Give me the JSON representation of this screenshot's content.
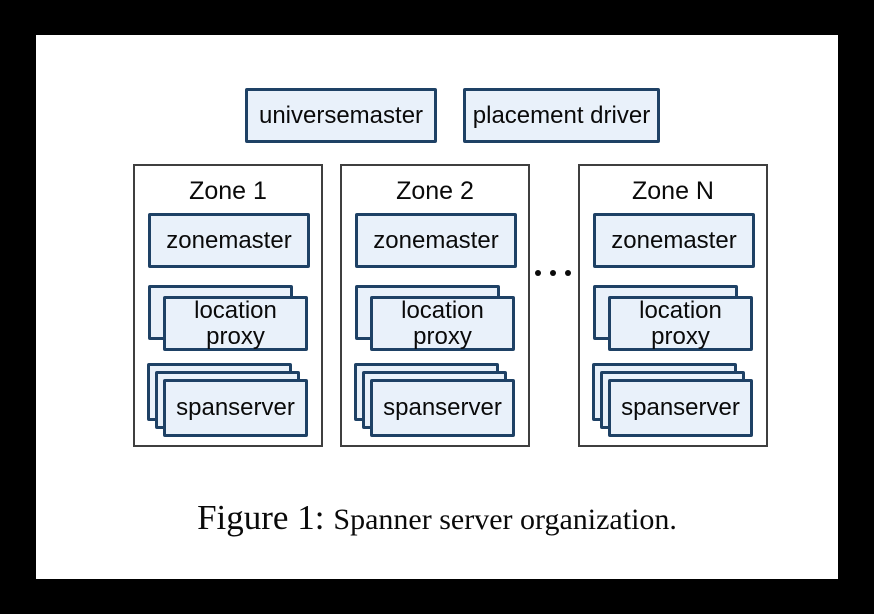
{
  "figure": {
    "top_row": {
      "universemaster_label": "universemaster",
      "placement_driver_label": "placement driver"
    },
    "zones": [
      {
        "title": "Zone 1",
        "zonemaster_label": "zonemaster",
        "location_proxy_label": "location proxy",
        "spanserver_label": "spanserver"
      },
      {
        "title": "Zone 2",
        "zonemaster_label": "zonemaster",
        "location_proxy_label": "location proxy",
        "spanserver_label": "spanserver"
      },
      {
        "title": "Zone N",
        "zonemaster_label": "zonemaster",
        "location_proxy_label": "location proxy",
        "spanserver_label": "spanserver"
      }
    ],
    "icons": {
      "zones_ellipsis": "three-dots-horizontal"
    },
    "caption": {
      "label": "Figure 1:",
      "text": "Spanner server organization."
    }
  },
  "colors": {
    "page_bg": "#000000",
    "panel_bg": "#ffffff",
    "node_fill": "#e9f1fa",
    "node_border": "#1e4165",
    "zone_border": "#3f3f3f",
    "text": "#0a0a0a"
  }
}
